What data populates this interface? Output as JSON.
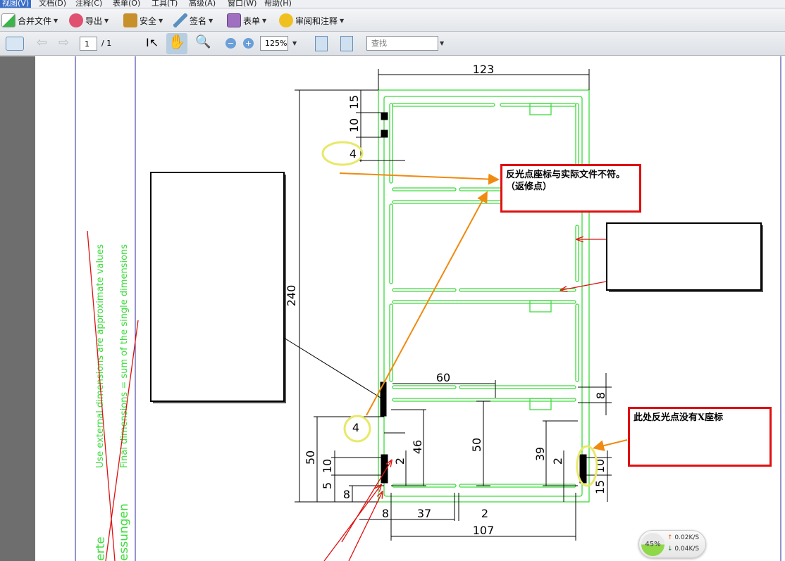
{
  "menu": [
    "视图(V)",
    "文档(D)",
    "注释(C)",
    "表单(O)",
    "工具(T)",
    "高级(A)",
    "窗口(W)",
    "帮助(H)"
  ],
  "toolbar": {
    "combine": "合并文件",
    "export": "导出",
    "secure": "安全",
    "sign": "签名",
    "forms": "表单",
    "review": "审阅和注释"
  },
  "nav": {
    "page": "1",
    "total": "/ 1",
    "zoom": "125%",
    "find_placeholder": "查找"
  },
  "drawing": {
    "dims": {
      "top": "123",
      "height": "240",
      "d15a": "15",
      "d10a": "10",
      "d4a": "4",
      "d60": "60",
      "d8r": "8",
      "d4b": "4",
      "d50l": "50",
      "d10l": "10",
      "d5l": "5",
      "d8l": "8",
      "d2a": "2",
      "d46": "46",
      "d50c": "50",
      "d39": "39",
      "d2b": "2",
      "d10r": "10",
      "d15r": "15",
      "b8": "8",
      "b37": "37",
      "b2": "2",
      "b107": "107"
    },
    "notes_side": [
      "Use external dimensions are approximate values",
      "Final dimensions = sum of the single dimensions",
      "erte",
      "essungen"
    ]
  },
  "annotations": {
    "note1_line1": "反光点座标与实际文件不符。",
    "note1_line2": "（返修点）",
    "note2": "此处反光点没有X座标"
  },
  "network": {
    "percent": "45%",
    "up": "0.02K/S",
    "down": "0.04K/S"
  }
}
